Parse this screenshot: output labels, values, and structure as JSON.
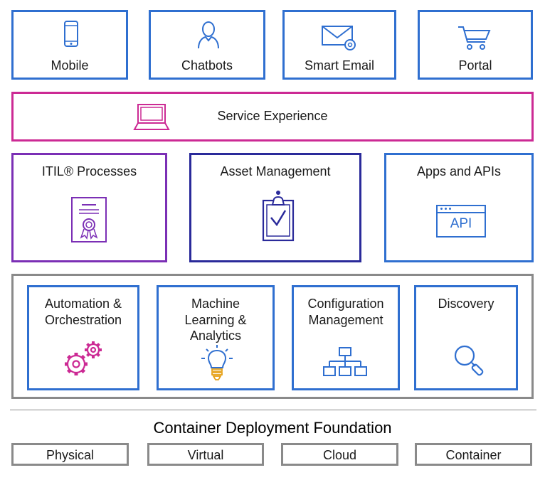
{
  "channels": {
    "mobile": "Mobile",
    "chatbots": "Chatbots",
    "smart_email": "Smart Email",
    "portal": "Portal"
  },
  "service_experience": "Service Experience",
  "middle": {
    "itil": "ITIL® Processes",
    "asset": "Asset Management",
    "apps": "Apps and APIs",
    "api_icon_text": "API"
  },
  "capabilities": {
    "automation": [
      "Automation &",
      "Orchestration"
    ],
    "ml": [
      "Machine",
      "Learning &",
      "Analytics"
    ],
    "config": [
      "Configuration",
      "Management"
    ],
    "discovery": "Discovery"
  },
  "foundation": {
    "title": "Container Deployment Foundation",
    "items": [
      "Physical",
      "Virtual",
      "Cloud",
      "Container"
    ]
  },
  "colors": {
    "blue": "#2f6fd0",
    "magenta": "#cc2a94",
    "purple": "#7b2fb5",
    "navy": "#2a2a9a",
    "gray": "#8a8a8a"
  }
}
